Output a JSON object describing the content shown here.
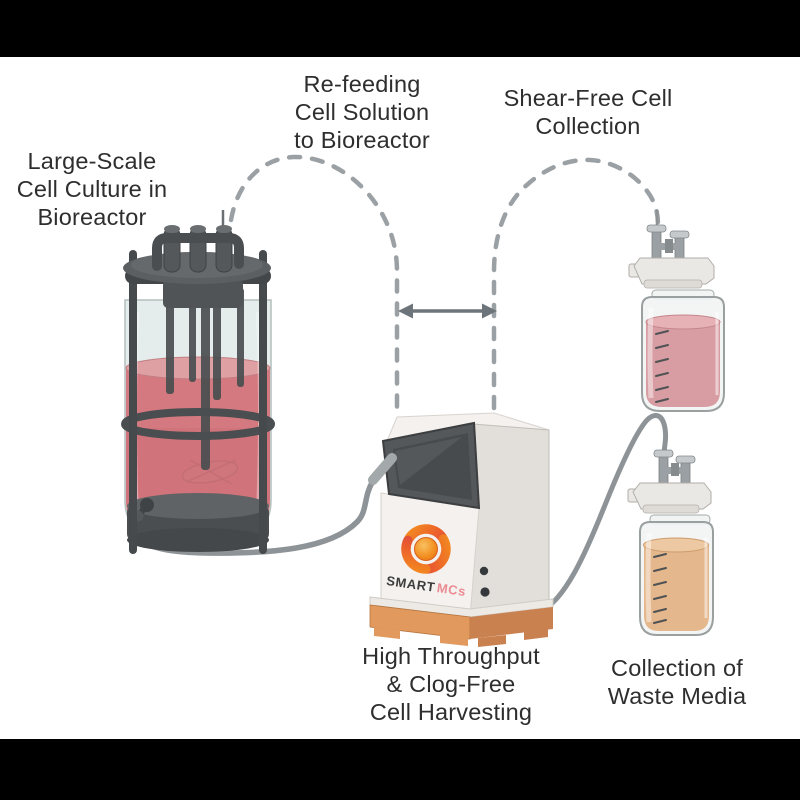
{
  "diagram": {
    "labels": {
      "bioreactor": "Large-Scale\nCell Culture in\nBioreactor",
      "refeeding": "Re-feeding\nCell Solution\nto Bioreactor",
      "shear_free": "Shear-Free Cell\nCollection",
      "harvesting": "High Throughput\n& Clog-Free\nCell Harvesting",
      "waste": "Collection of\nWaste Media"
    },
    "device": {
      "brand": "SMART",
      "brand_suffix": "MCs"
    }
  },
  "colors": {
    "ink": "#2e2e2e",
    "dash": "#9aa0a3",
    "tube": "#8d9397",
    "liquid_red": "#d3797f",
    "liquid_red_surface": "#dfa0a3",
    "liquid_pink": "#d89da3",
    "liquid_pink_surface": "#e6b2b5",
    "liquid_tan": "#e5b78d",
    "liquid_tan_surface": "#edc9a3",
    "base_orange": "#e2995d",
    "base_orange_dark": "#ca8150",
    "machine_body": "#f4f1ee",
    "machine_side": "#e2ded9",
    "screen_dark": "#484b4e",
    "glass_tint": "#e2ebe9",
    "reactor_dark": "#4a4e50",
    "brand_dark": "#3c3c3c",
    "brand_pink": "#ec8b93",
    "logo_orange": "#f59b1a",
    "logo_magenta": "#c2265f",
    "letterbox": "#000000"
  }
}
